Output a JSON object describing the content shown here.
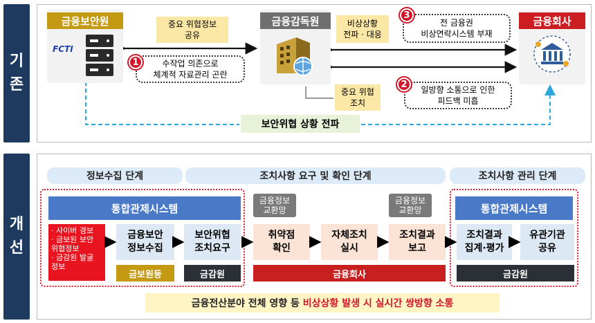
{
  "top": {
    "side_label_1": "기",
    "side_label_2": "존",
    "fsi": {
      "title": "금융보안원",
      "logo": "FCTI"
    },
    "fss": {
      "title": "금융감독원"
    },
    "company": {
      "title": "금융회사"
    },
    "share_box": [
      "중요 위협정보",
      "공유"
    ],
    "emergency_box": [
      "비상상황",
      "전파 · 대응"
    ],
    "measure_box": [
      "중요 위협",
      "조치"
    ],
    "problems": [
      {
        "num": "1",
        "lines": [
          "수작업 의존으로",
          "체계적 자료관리 곤란"
        ]
      },
      {
        "num": "2",
        "lines": [
          "일방향 소통으로 인한",
          "피드백 미흡"
        ]
      },
      {
        "num": "3",
        "lines": [
          "전 금융권",
          "비상연락시스템 부재"
        ]
      }
    ],
    "propagation": "보안위협 상황 전파"
  },
  "bottom": {
    "side_label_1": "개",
    "side_label_2": "선",
    "stages": [
      "정보수집 단계",
      "조치사항 요구 및 확인 단계",
      "조치사항 관리 단계"
    ],
    "integrated_system": "통합관제시스템",
    "source_items": [
      "· 사이버 경보",
      "· 금보원 보안 위협정보",
      "· 금감원 발굴 정보"
    ],
    "exchange_net": [
      "금융정보",
      "교환망"
    ],
    "steps": [
      {
        "lines": [
          "금융보안",
          "정보수집"
        ]
      },
      {
        "lines": [
          "보안위협",
          "조치요구"
        ]
      },
      {
        "lines": [
          "취약점",
          "확인"
        ]
      },
      {
        "lines": [
          "자체조치",
          "실시"
        ]
      },
      {
        "lines": [
          "조치결과",
          "보고"
        ]
      },
      {
        "lines": [
          "조치결과",
          "집계·평가"
        ]
      },
      {
        "lines": [
          "유관기관",
          "공유"
        ]
      }
    ],
    "owners": {
      "fsi": "금보원등",
      "fss": "금감원",
      "company": "금융회사",
      "fss2": "금감원"
    },
    "footer_plain": "금융전산분야 전체 영향 등 ",
    "footer_red": "비상상황 발생 시 실시간 쌍방향 소통"
  },
  "colors": {
    "navy": "#1f3a5f",
    "gold": "#c49a12",
    "red": "#cc1d22",
    "blue": "#4a79c8",
    "yellow": "#fbe7a6"
  }
}
